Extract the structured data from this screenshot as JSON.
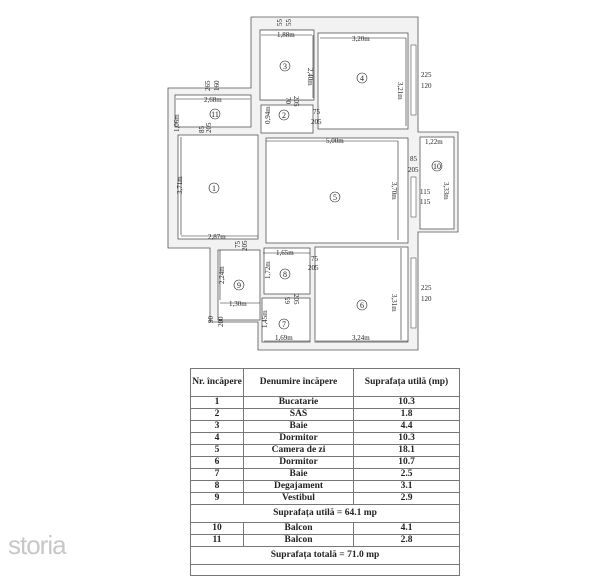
{
  "plan": {
    "rooms": [
      "1",
      "2",
      "3",
      "4",
      "5",
      "6",
      "7",
      "8",
      "9",
      "10",
      "11"
    ],
    "dims": {
      "d_55a": "55",
      "d_55b": "55",
      "d_188": "1,88m",
      "d_320": "3,20m",
      "d_240": "2,40m",
      "d_321": "3,21m",
      "d_225a": "225",
      "d_120a": "120",
      "d_265": "265",
      "d_160": "160",
      "d_268": "2,68m",
      "d_106": "1,06m",
      "d_094": "0,94m",
      "d_70": "70",
      "d_205a": "205",
      "d_75a": "75",
      "d_205b": "205",
      "d_85a": "85",
      "d_205c": "205",
      "d_500": "5,00m",
      "d_122": "1,22m",
      "d_85b": "85",
      "d_205d": "205",
      "d_371": "3,71m",
      "d_370": "3,70m",
      "d_333": "3,33m",
      "d_115a": "115",
      "d_115b": "115",
      "d_287": "2,87m",
      "d_75b": "75",
      "d_205e": "205",
      "d_165": "1,65m",
      "d_75c": "75",
      "d_205f": "205",
      "d_224": "2,24m",
      "d_172": "1,72m",
      "d_65": "65",
      "d_205g": "205",
      "d_331": "3,31m",
      "d_225b": "225",
      "d_120b": "120",
      "d_130": "1,30m",
      "d_90": "90",
      "d_200": "200",
      "d_145": "1,45m",
      "d_169": "1,69m",
      "d_324": "3,24m"
    }
  },
  "table": {
    "headers": [
      "Nr. încăpere",
      "Denumire încăpere",
      "Suprafața utilă (mp)"
    ],
    "rows": [
      [
        "1",
        "Bucatarie",
        "10.3"
      ],
      [
        "2",
        "SAS",
        "1.8"
      ],
      [
        "3",
        "Baie",
        "4.4"
      ],
      [
        "4",
        "Dormitor",
        "10.3"
      ],
      [
        "5",
        "Camera de zi",
        "18.1"
      ],
      [
        "6",
        "Dormitor",
        "10.7"
      ],
      [
        "7",
        "Baie",
        "2.5"
      ],
      [
        "8",
        "Degajament",
        "3.1"
      ],
      [
        "9",
        "Vestibul",
        "2.9"
      ]
    ],
    "subtotal": "Suprafața utilă = 64.1 mp",
    "balcony_rows": [
      [
        "10",
        "Balcon",
        "4.1"
      ],
      [
        "11",
        "Balcon",
        "2.8"
      ]
    ],
    "total": "Suprafața totală = 71.0 mp"
  },
  "watermark": "storia"
}
